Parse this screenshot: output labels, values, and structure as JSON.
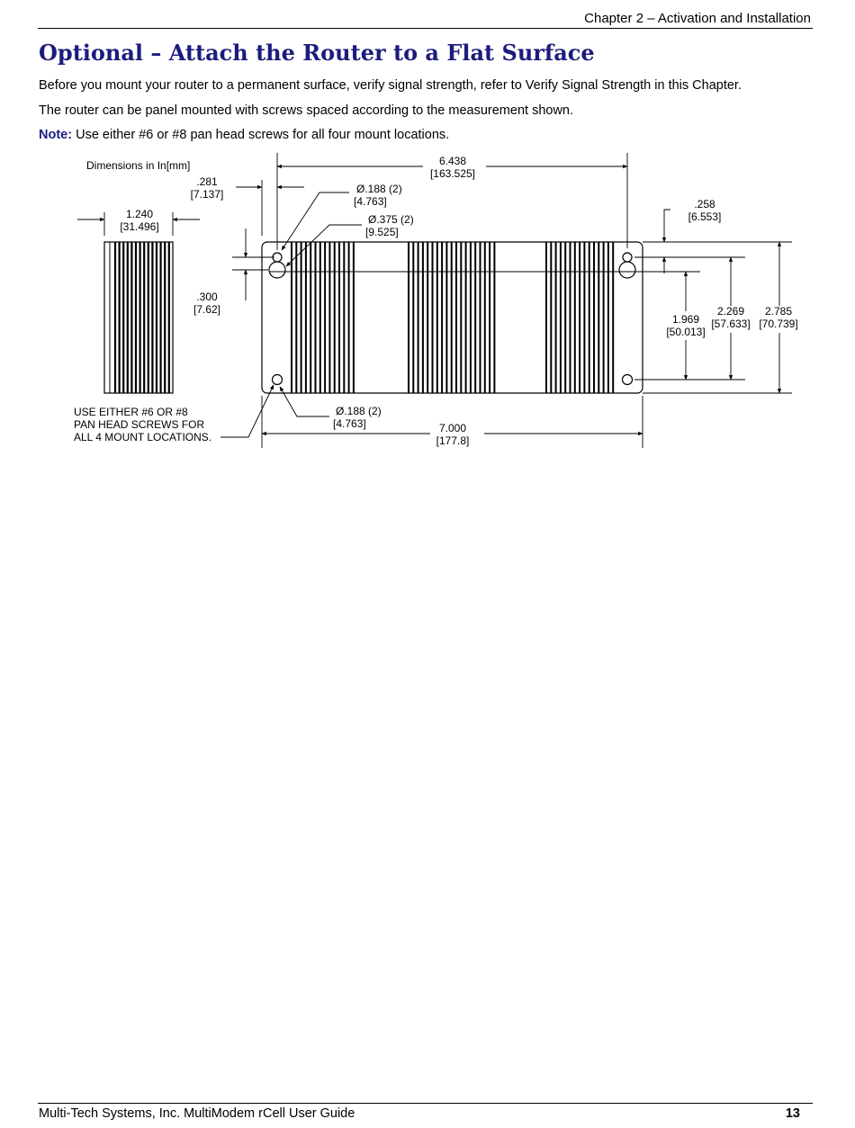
{
  "header": {
    "chapter": "Chapter 2 – Activation and Installation"
  },
  "title": "Optional – Attach the Router to a Flat Surface",
  "paragraphs": {
    "p1": "Before you mount your router to a permanent surface, verify signal strength, refer to Verify Signal Strength in this Chapter.",
    "p2": "The router can be panel mounted with screws spaced according to the measurement shown.",
    "note_label": "Note:",
    "note_text": " Use either #6 or #8 pan head screws for all four mount locations."
  },
  "drawing": {
    "units": "Dimensions in In[mm]",
    "width_1240": [
      "1.240",
      "[31.496]"
    ],
    "dim_281": [
      ".281",
      "[7.137]"
    ],
    "dim_300": [
      ".300",
      "[7.62]"
    ],
    "hole_top_small": [
      "Ø.188  (2)",
      "[4.763]"
    ],
    "hole_top_large": [
      "Ø.375  (2)",
      "[9.525]"
    ],
    "dim_6438": [
      "6.438",
      "[163.525]"
    ],
    "dim_258": [
      ".258",
      "[6.553]"
    ],
    "dim_1969": [
      "1.969",
      "[50.013]"
    ],
    "dim_2269": [
      "2.269",
      "[57.633]"
    ],
    "dim_2785": [
      "2.785",
      "[70.739]"
    ],
    "hole_bottom": [
      "Ø.188  (2)",
      "[4.763]"
    ],
    "dim_7000": [
      "7.000",
      "[177.8]"
    ],
    "screw_note": [
      "USE EITHER #6 OR #8",
      "PAN HEAD SCREWS FOR",
      "ALL 4 MOUNT LOCATIONS."
    ]
  },
  "footer": {
    "left": "Multi-Tech Systems, Inc. MultiModem rCell User Guide",
    "page": "13"
  }
}
